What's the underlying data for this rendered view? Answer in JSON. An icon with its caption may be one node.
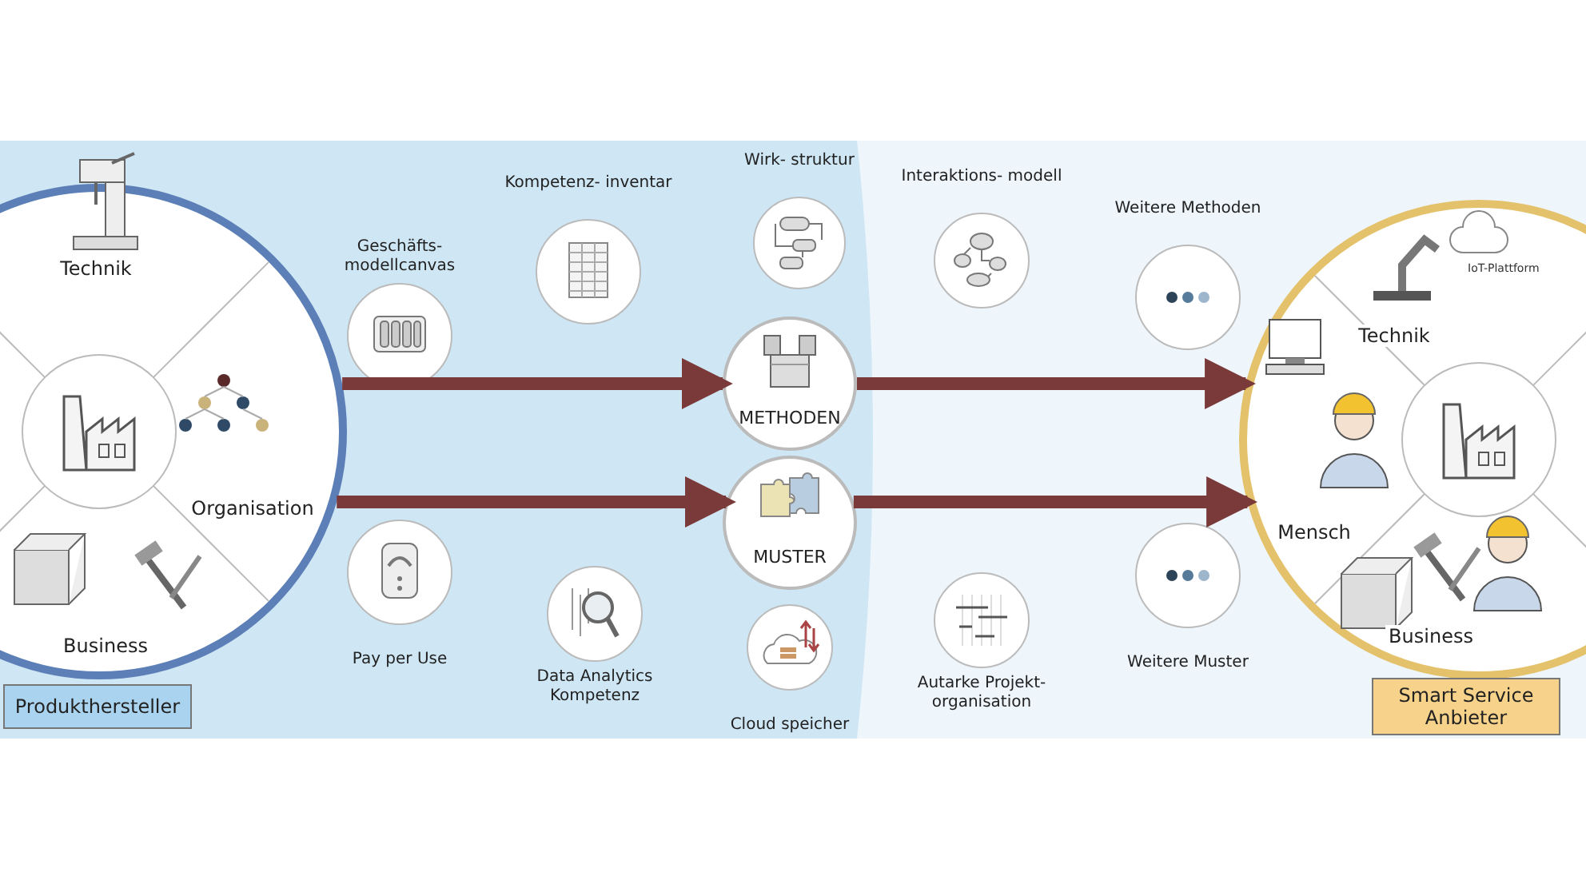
{
  "diagram": {
    "nodes": [
      {
        "text": [
          "Produkthersteller"
        ]
      },
      {
        "text": [
          "Technik"
        ],
        "in": 0
      },
      {
        "text": [
          "Organisation"
        ],
        "in": 0
      },
      {
        "text": [
          "Business"
        ],
        "in": 0
      },
      {
        "text": [
          "Geschäfts- modellcanvas"
        ]
      },
      {
        "text": [
          "Kompetenz- inventar"
        ]
      },
      {
        "text": [
          "Pay per Use"
        ]
      },
      {
        "text": [
          "Data Analytics Kompetenz"
        ]
      },
      {
        "text": [
          "Wirk- struktur"
        ]
      },
      {
        "text": [
          "METHODEN"
        ]
      },
      {
        "text": [
          "MUSTER"
        ]
      },
      {
        "text": [
          "Cloud speicher"
        ]
      },
      {
        "text": [
          "Interaktions- modell"
        ]
      },
      {
        "text": [
          "Autarke Projekt- organisation"
        ]
      },
      {
        "text": [
          "Weitere Methoden"
        ]
      },
      {
        "text": [
          "Weitere Muster"
        ]
      },
      {
        "text": [
          "Smart Service Anbieter"
        ]
      },
      {
        "text": [
          "Technik"
        ],
        "in": 16
      },
      {
        "text": [
          "Mensch"
        ],
        "in": 16
      },
      {
        "text": [
          "Business"
        ],
        "in": 16
      }
    ],
    "edges": [
      {
        "from": 0,
        "to": 9,
        "arrow": "to"
      },
      {
        "from": 0,
        "to": 10,
        "arrow": "to"
      },
      {
        "from": 9,
        "to": 16,
        "arrow": "to"
      },
      {
        "from": 10,
        "to": 16,
        "arrow": "to"
      }
    ],
    "labels": [
      "IoT-Plattform"
    ]
  }
}
